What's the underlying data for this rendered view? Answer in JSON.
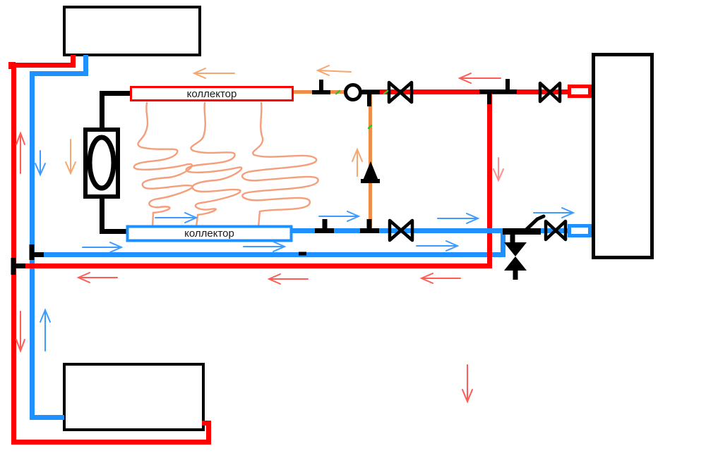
{
  "diagram": {
    "kind": "heating-piping-schematic",
    "labels": {
      "collector_top": "коллектор",
      "collector_bottom": "коллектор"
    },
    "colors": {
      "pipe_red": "#ff0000",
      "pipe_blue": "#1e90ff",
      "pipe_orange": "#ef8c4a",
      "coil_orange": "#f59e7c",
      "fitting_black": "#000000",
      "arrow_red": "#ff5c55",
      "arrow_red_light": "#ff8d8d",
      "arrow_blue": "#3e9bff",
      "arrow_orange": "#f6a66f",
      "green_tick": "#2dc42d",
      "label_text": "#1a1a1a"
    },
    "components": [
      "box-top-left",
      "box-bottom-left",
      "box-right",
      "collector-top",
      "collector-bottom",
      "pump",
      "pump-circle",
      "floor-heating-coils",
      "check-valve",
      "drain-valve",
      "shutoff-valve-top",
      "shutoff-valve-top-right",
      "shutoff-valve-bottom",
      "shutoff-valve-bottom-right",
      "tee-fittings",
      "flow-arrows"
    ]
  }
}
